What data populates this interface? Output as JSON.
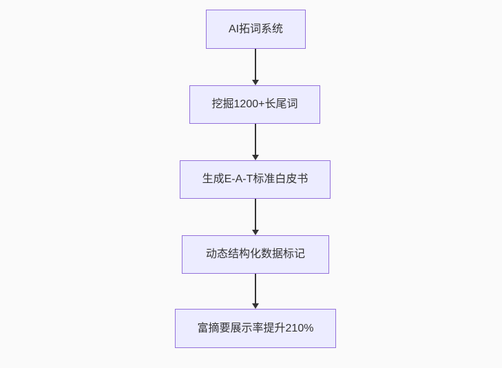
{
  "diagram": {
    "type": "flowchart-vertical",
    "nodes": [
      {
        "id": "node-1",
        "label": "AI拓词系统"
      },
      {
        "id": "node-2",
        "label": "挖掘1200+长尾词"
      },
      {
        "id": "node-3",
        "label": "生成E-A-T标准白皮书"
      },
      {
        "id": "node-4",
        "label": "动态结构化数据标记"
      },
      {
        "id": "node-5",
        "label": "富摘要展示率提升210%"
      }
    ],
    "edges": [
      {
        "from": "node-1",
        "to": "node-2"
      },
      {
        "from": "node-2",
        "to": "node-3"
      },
      {
        "from": "node-3",
        "to": "node-4"
      },
      {
        "from": "node-4",
        "to": "node-5"
      }
    ],
    "colors": {
      "background": "#fafafa",
      "node_fill": "#ECECFF",
      "node_border": "#9370DB",
      "text": "#333333",
      "arrow": "#333333"
    }
  }
}
